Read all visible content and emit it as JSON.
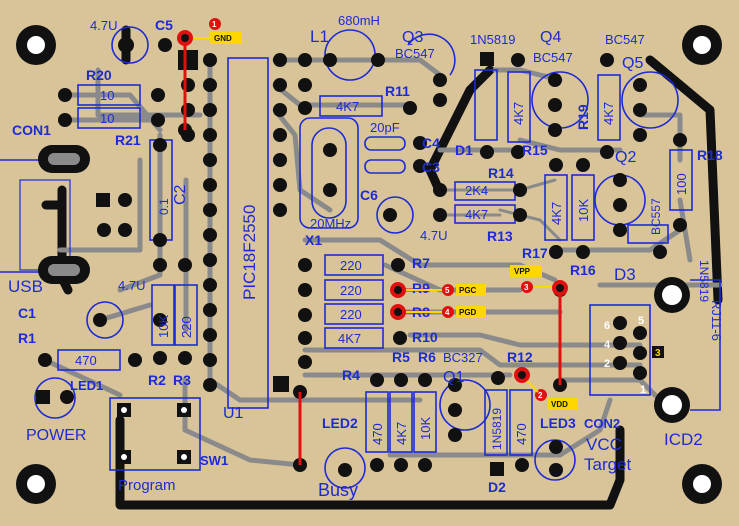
{
  "board": {
    "u1": "U1",
    "pic": "PIC18F2550",
    "con1": "CON1",
    "usb": "USB",
    "c5": "C5",
    "c5v": "4.7U",
    "l1": "L1",
    "l1v": "680mH",
    "q3": "Q3",
    "q3v": "BC547",
    "d1v": "1N5819",
    "q4": "Q4",
    "q4v": "BC547",
    "q5v": "BC547",
    "q5": "Q5",
    "r20": "R20",
    "r20v": "10",
    "r21": "R21",
    "r21v": "10",
    "c2": "C2",
    "c2v": "0.1",
    "r11": "R11",
    "r11v": "4K7",
    "c4v": "20pF",
    "c4": "C4",
    "c3": "C3",
    "d1": "D1",
    "r19": "R19",
    "r19v": "4K7",
    "r15": "R15",
    "r15v": "4K7",
    "q2": "Q2",
    "r18": "R18",
    "r18v": "100",
    "c6": "C6",
    "c6v": "4.7U",
    "r14": "R14",
    "r14v": "2K4",
    "r13": "R13",
    "r13v": "4K7",
    "x1": "X1",
    "x1v": "20MHz",
    "r17": "R17",
    "r17v": "4K7",
    "r16": "R16",
    "r16v": "10K",
    "q2v": "BC557",
    "d3": "D3",
    "d3v": "1N5819",
    "r7": "R7",
    "r7v": "220",
    "r9": "R9",
    "r9v": "220",
    "r8": "R8",
    "r8v": "220",
    "r10": "R10",
    "r10v": "4K7",
    "c1v": "4.7U",
    "c1": "C1",
    "r1": "R1",
    "r1v": "470",
    "led1": "LED1",
    "power": "POWER",
    "r2": "R2",
    "r2v": "10K",
    "r3": "R3",
    "r3v": "220",
    "r4": "R4",
    "r4v": "470",
    "r5": "R5",
    "r5v": "4K7",
    "r6": "R6",
    "r6v": "10K",
    "q1": "Q1",
    "q1v": "BC327",
    "r12": "R12",
    "r12v": "470",
    "d2v": "1N5819",
    "d2": "D2",
    "led2": "LED2",
    "busy": "Busy",
    "led3": "LED3",
    "vcc": "VCC",
    "target": "Target",
    "con2": "CON2",
    "rj": "RJ11-6",
    "icd2": "ICD2",
    "sw1": "SW1",
    "program": "Program",
    "pin6": "6",
    "pin5": "5",
    "pin4": "4",
    "pin3": "3",
    "pin2": "2",
    "pin1": "1"
  },
  "annotations": [
    {
      "num": "1",
      "label": "GND"
    },
    {
      "num": "2",
      "label": "VDD"
    },
    {
      "num": "3",
      "label": "VPP"
    },
    {
      "num": "4",
      "label": "PGD"
    },
    {
      "num": "5",
      "label": "PGC"
    },
    {
      "num": "3",
      "label": ""
    }
  ],
  "colors": {
    "board": "#d9c49a",
    "silkscreen": "#1d2bd6",
    "trace": "#8a8a8a",
    "ground": "#111111",
    "jumper": "#e01010",
    "marker": "#ffd700"
  }
}
